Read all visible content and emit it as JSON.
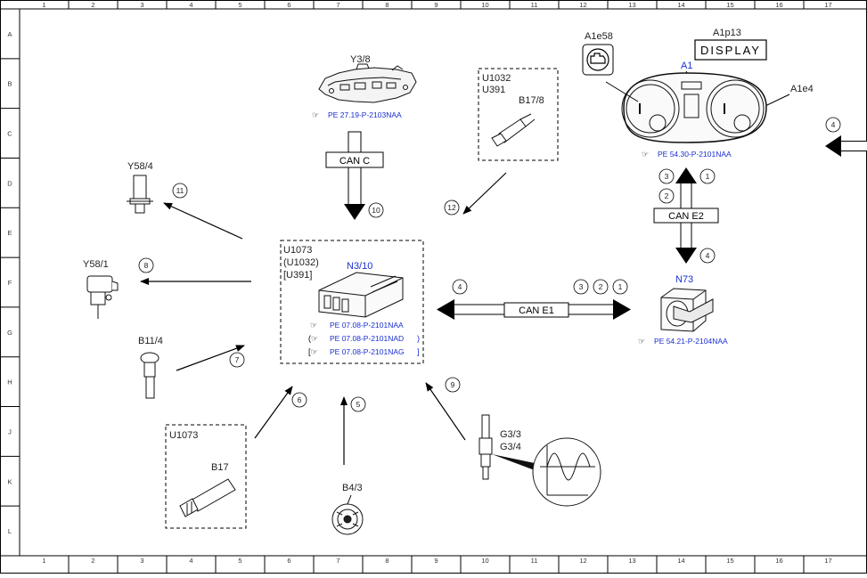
{
  "grid": {
    "cols": [
      "1",
      "2",
      "3",
      "4",
      "5",
      "6",
      "7",
      "8",
      "9",
      "10",
      "11",
      "12",
      "13",
      "14",
      "15",
      "16",
      "17"
    ],
    "rows": [
      "A",
      "B",
      "C",
      "D",
      "E",
      "F",
      "G",
      "H",
      "J",
      "K",
      "L"
    ]
  },
  "components": {
    "y3_8": {
      "code": "Y3/8",
      "ref": "PE 27.19-P-2103NAA"
    },
    "u1032_box": {
      "line1": "U1032",
      "line2": "U391",
      "code": "B17/8"
    },
    "cluster": {
      "a1e58": "A1e58",
      "a1p13": "A1p13",
      "display": "DISPLAY",
      "a1": "A1",
      "a1e4": "A1e4",
      "ref": "PE 54.30-P-2101NAA"
    },
    "y58_4": {
      "code": "Y58/4"
    },
    "y58_1": {
      "code": "Y58/1"
    },
    "b11_4": {
      "code": "B11/4"
    },
    "ecu": {
      "line1": "U1073",
      "line2": "(U1032)",
      "line3": "[U391]",
      "code": "N3/10",
      "ref1": "PE 07.08-P-2101NAA",
      "ref2": "PE 07.08-P-2101NAD",
      "ref3": "PE 07.08-P-2101NAG"
    },
    "n73": {
      "code": "N73",
      "ref": "PE 54.21-P-2104NAA"
    },
    "u1073_box": {
      "line1": "U1073",
      "code": "B17"
    },
    "b4_3": {
      "code": "B4/3"
    },
    "g3": {
      "line1": "G3/3",
      "line2": "G3/4"
    }
  },
  "buses": {
    "can_c": "CAN C",
    "can_e1": "CAN E1",
    "can_e2": "CAN E2"
  },
  "steps": {
    "s1a": "1",
    "s2a": "2",
    "s3a": "3",
    "s4a": "4",
    "s4b": "4",
    "s1b": "1",
    "s2b": "2",
    "s3b": "3",
    "s4c": "4",
    "s5": "5",
    "s6": "6",
    "s7": "7",
    "s8": "8",
    "s9": "9",
    "s10": "10",
    "s11": "11",
    "s12": "12"
  }
}
